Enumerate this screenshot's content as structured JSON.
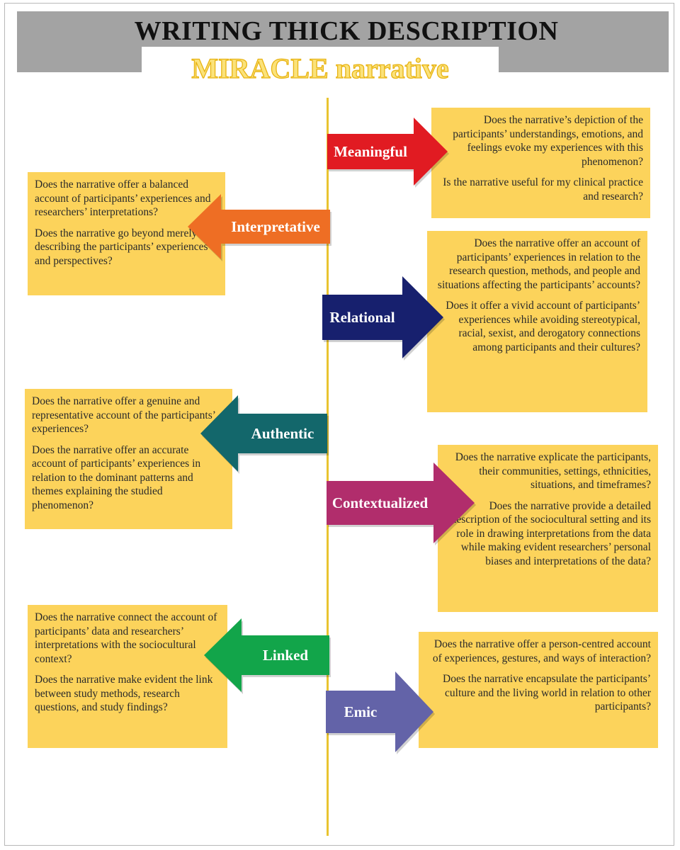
{
  "title": "WRITING THICK DESCRIPTION",
  "subtitle": "MIRACLE narrative",
  "criteria": {
    "meaningful": {
      "label": "Meaningful",
      "color": "#e11b22",
      "q1": "Does the narrative’s depiction of the participants’ understandings, emotions, and feelings evoke my experiences with this phenomenon?",
      "q2": "Is the narrative useful for my clinical practice and research?"
    },
    "interpretative": {
      "label": "Interpretative",
      "color": "#ee6e24",
      "q1": "Does the narrative offer a balanced account of participants’ experiences and researchers’ interpretations?",
      "q2": "Does the narrative go beyond merely describing the participants’ experiences and perspectives?"
    },
    "relational": {
      "label": "Relational",
      "color": "#17206e",
      "q1": "Does the narrative offer an account of participants’ experiences in relation to the research question, methods, and people and situations affecting the participants’ accounts?",
      "q2": "Does it offer a vivid account of participants’ experiences while avoiding stereotypical, racial, sexist, and derogatory connections among participants and their cultures?"
    },
    "authentic": {
      "label": "Authentic",
      "color": "#13676b",
      "q1": "Does the narrative offer a genuine and representative account of the participants’ experiences?",
      "q2": "Does the narrative offer an accurate account of participants’ experiences in relation to the dominant patterns and themes explaining the studied phenomenon?"
    },
    "contextualized": {
      "label": "Contextualized",
      "color": "#b12d6c",
      "q1": "Does the narrative explicate the participants, their communities, settings, ethnicities, situations, and timeframes?",
      "q2": "Does the narrative provide a detailed description of the sociocultural setting and its role in drawing interpretations from the data while making evident researchers’ personal biases and interpretations of the data?"
    },
    "linked": {
      "label": "Linked",
      "color": "#12a54a",
      "q1": "Does the narrative connect the account of participants’ data and researchers’ interpretations with the sociocultural context?",
      "q2": "Does the narrative make evident the link between study methods, research questions, and study findings?"
    },
    "emic": {
      "label": "Emic",
      "color": "#6363a8",
      "q1": "Does the narrative offer a person-centred account of experiences, gestures, and ways of interaction?",
      "q2": "Does the narrative encapsulate the participants’ culture and the living world in relation to other participants?"
    }
  }
}
